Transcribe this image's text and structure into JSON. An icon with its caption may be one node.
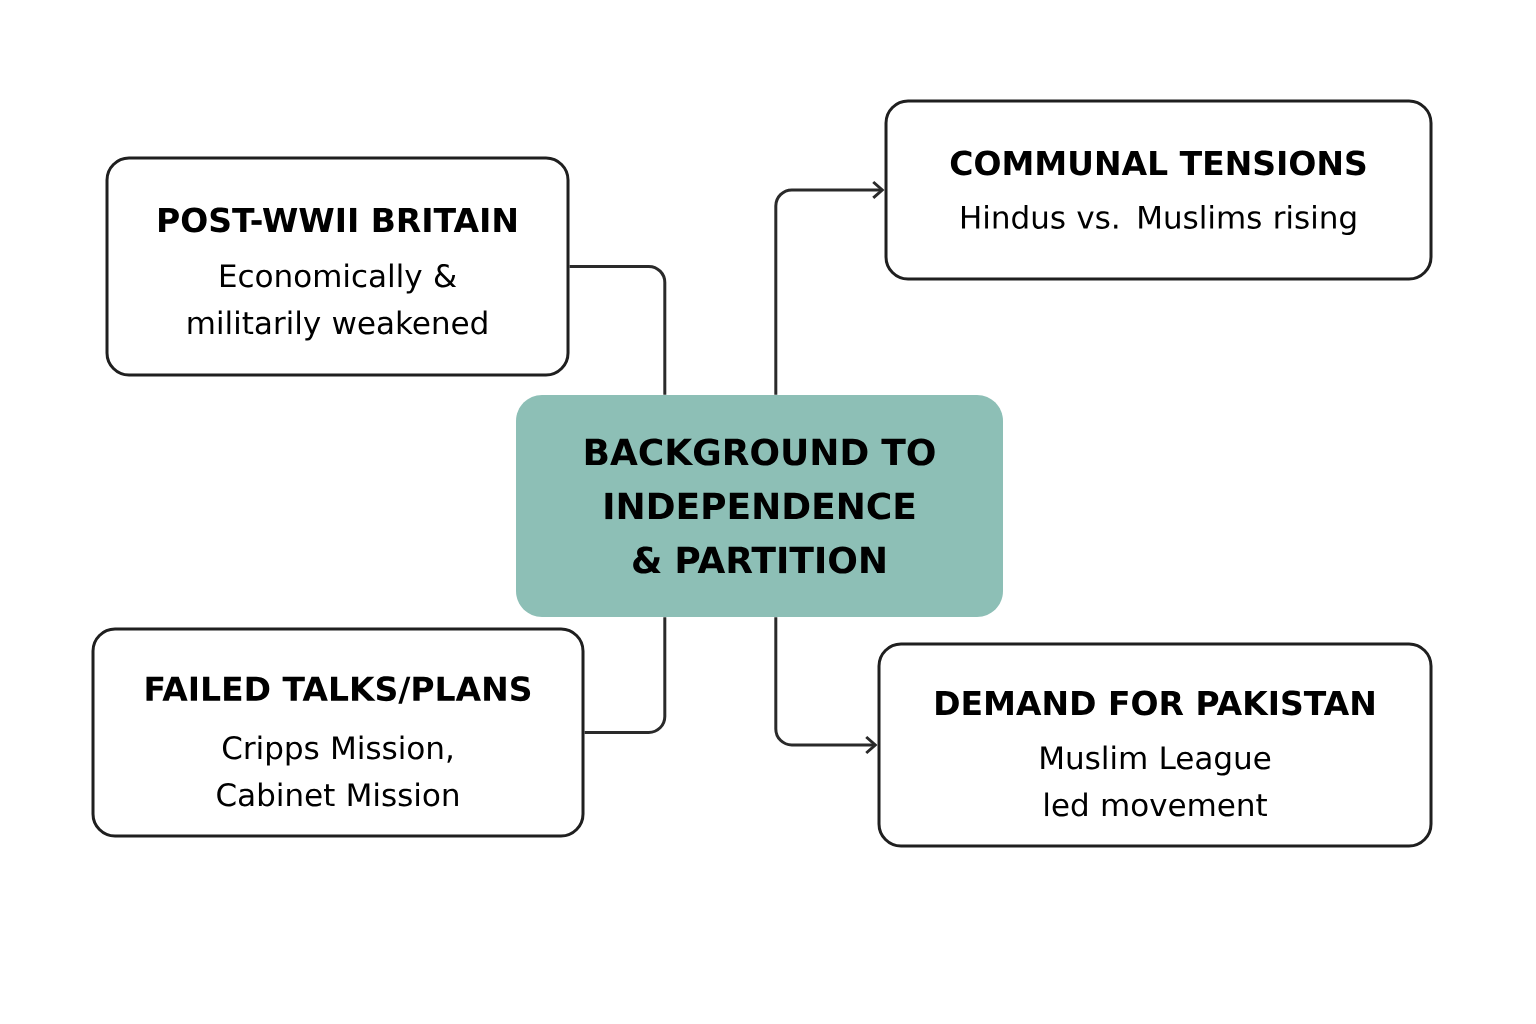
{
  "diagram": {
    "nodes": [
      {
        "text": [
          "POST-WWII BRITAIN",
          "Economically & militarily weakened"
        ]
      },
      {
        "text": [
          "COMMUNAL TENSIONS",
          "Hindus vs. Muslims rising"
        ]
      },
      {
        "text": [
          "BACKGROUND TO INDEPENDENCE & PARTITION"
        ]
      },
      {
        "text": [
          "FAILED TALKS/PLANS",
          "Cripps Mission, Cabinet Mission"
        ]
      },
      {
        "text": [
          "DEMAND FOR PAKISTAN",
          "Muslim League led movement"
        ]
      }
    ],
    "edges": [
      {
        "from": 0,
        "to": 2,
        "arrow": "none"
      },
      {
        "from": 3,
        "to": 2,
        "arrow": "none"
      },
      {
        "from": 2,
        "to": 1,
        "arrow": "to"
      },
      {
        "from": 2,
        "to": 4,
        "arrow": "to"
      }
    ]
  }
}
